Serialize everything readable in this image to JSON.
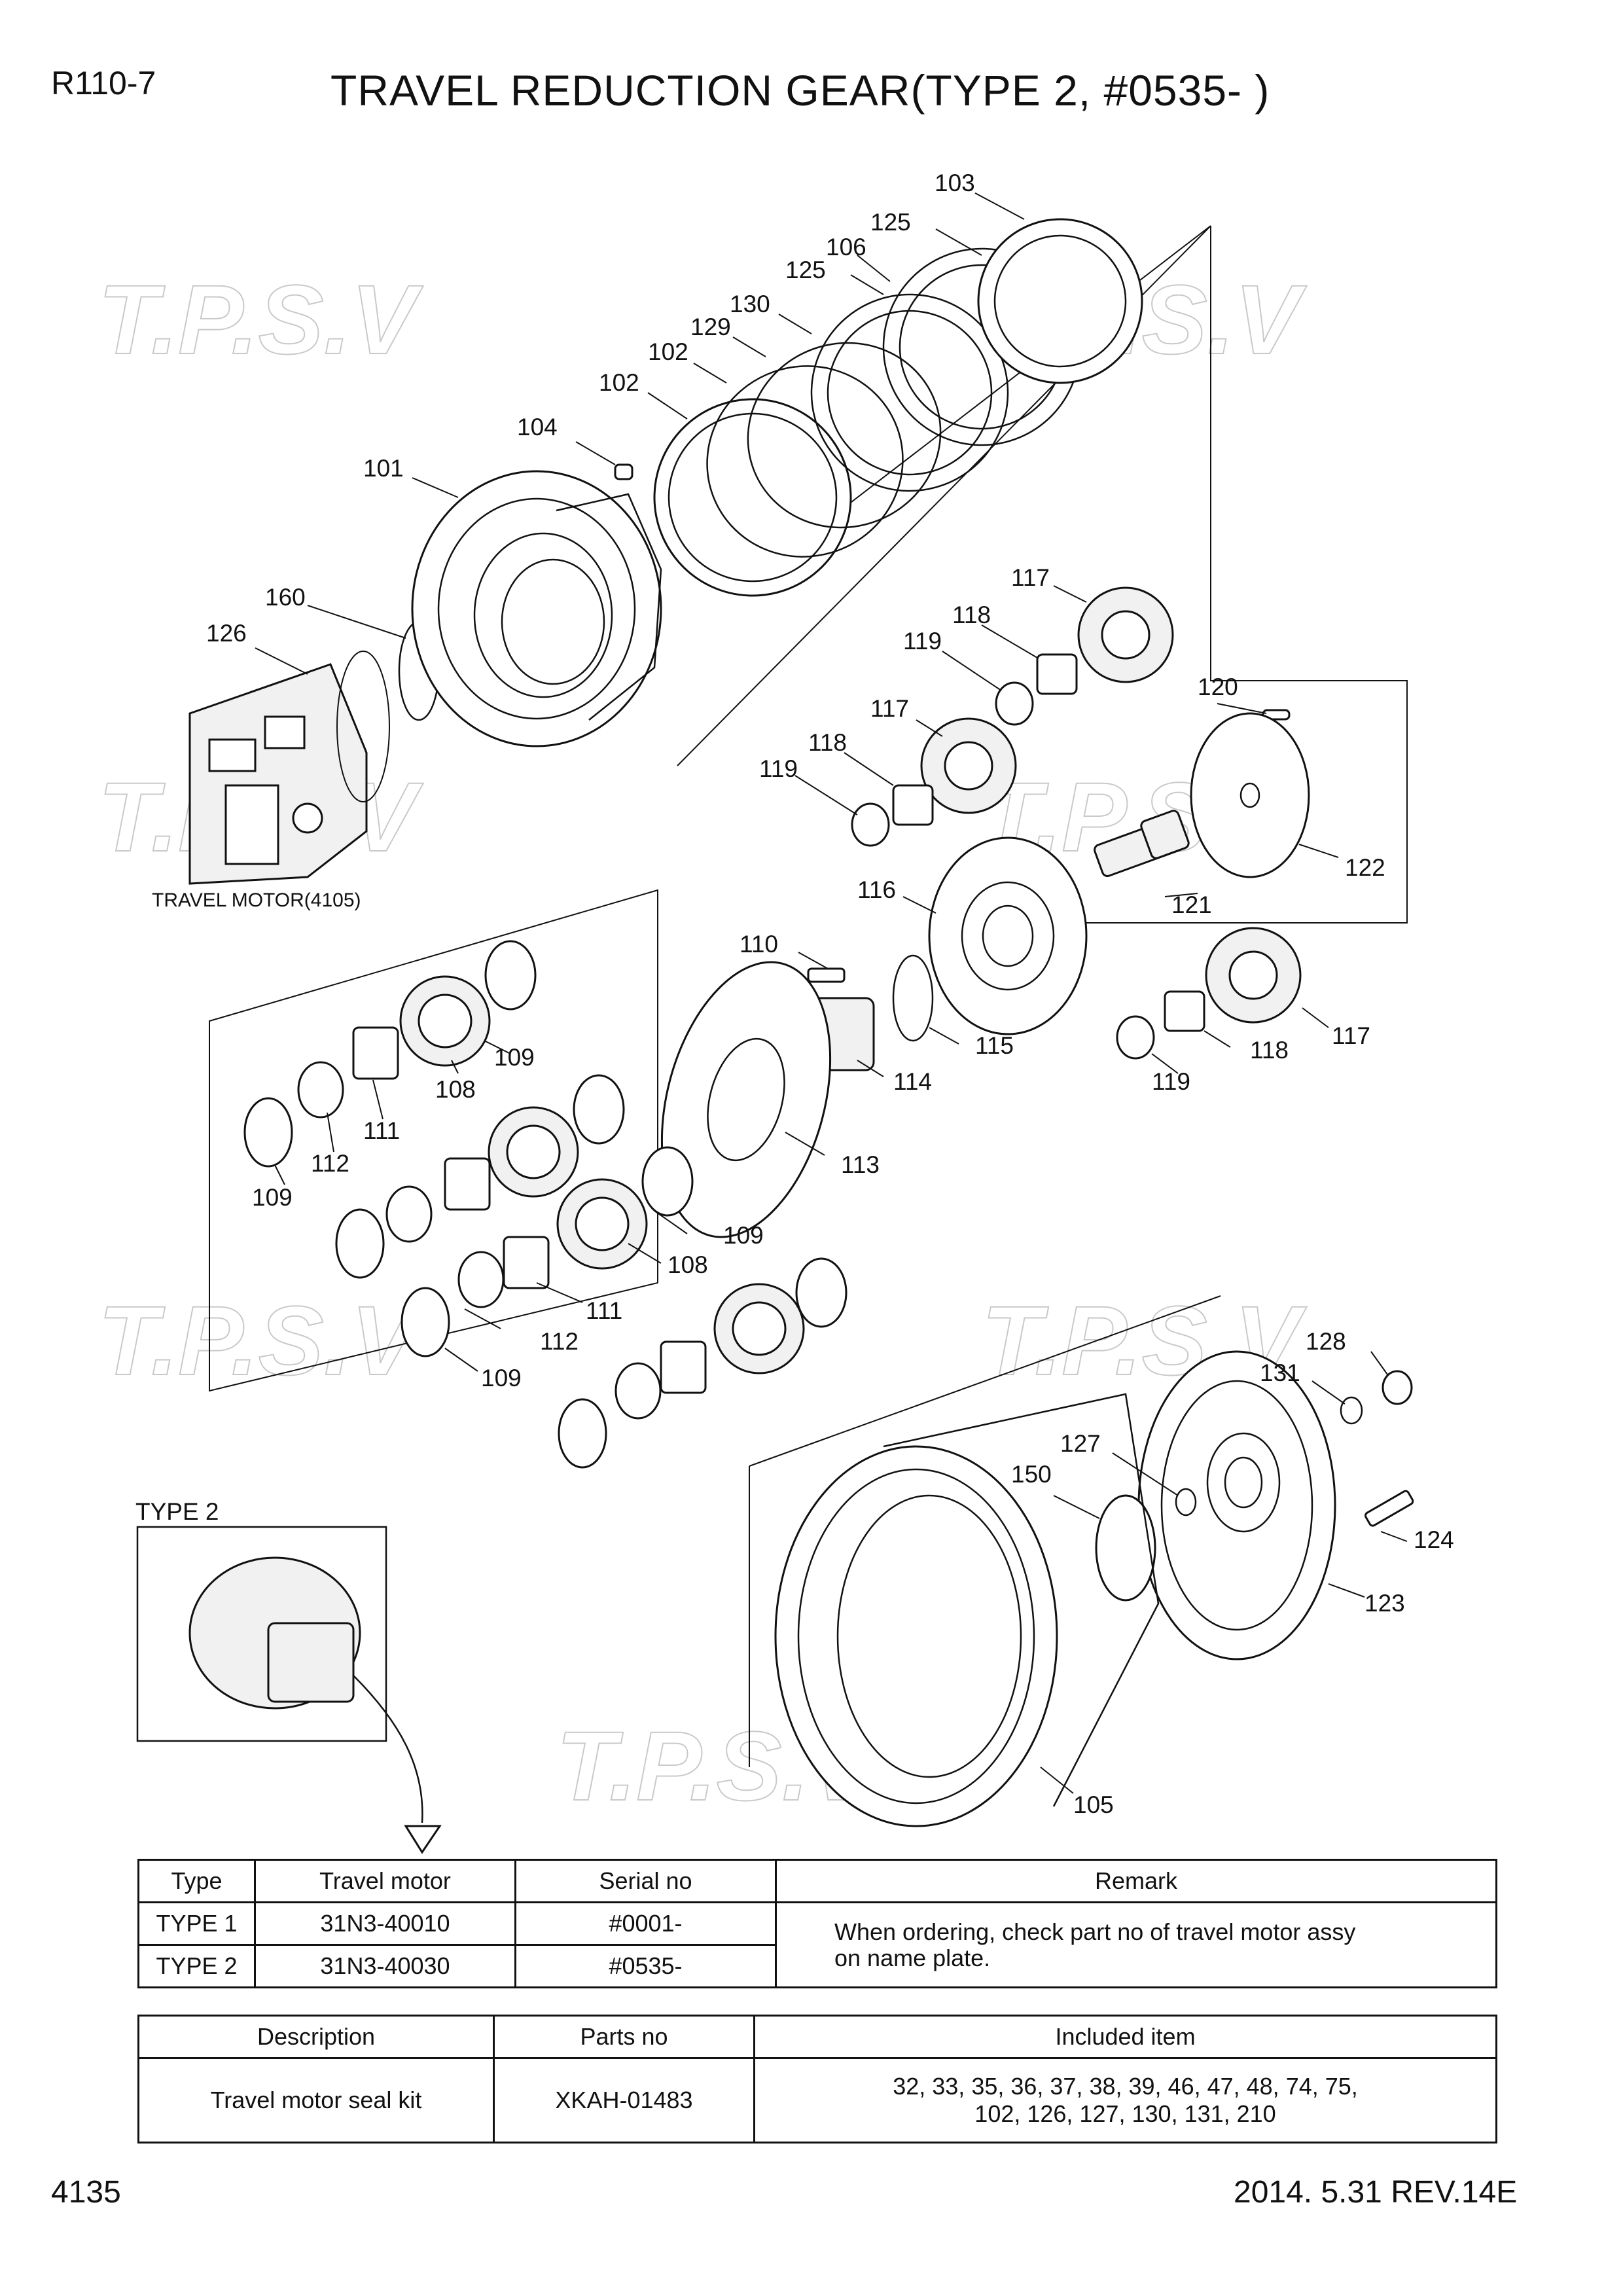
{
  "header": {
    "model": "R110-7",
    "title": "TRAVEL REDUCTION GEAR(TYPE 2, #0535- )"
  },
  "footer": {
    "page_number": "4135",
    "revision": "2014. 5.31  REV.14E"
  },
  "watermark": {
    "text": "T.P.S.V"
  },
  "diagram": {
    "motor_label": "TRAVEL MOTOR(4105)",
    "inset_label": "TYPE 2",
    "callouts": [
      {
        "id": "103",
        "label": "103"
      },
      {
        "id": "125a",
        "label": "125"
      },
      {
        "id": "106",
        "label": "106"
      },
      {
        "id": "125b",
        "label": "125"
      },
      {
        "id": "130",
        "label": "130"
      },
      {
        "id": "129",
        "label": "129"
      },
      {
        "id": "102a",
        "label": "102"
      },
      {
        "id": "102b",
        "label": "102"
      },
      {
        "id": "104",
        "label": "104"
      },
      {
        "id": "101",
        "label": "101"
      },
      {
        "id": "160",
        "label": "160"
      },
      {
        "id": "126",
        "label": "126"
      },
      {
        "id": "117a",
        "label": "117"
      },
      {
        "id": "118a",
        "label": "118"
      },
      {
        "id": "119a",
        "label": "119"
      },
      {
        "id": "117b",
        "label": "117"
      },
      {
        "id": "118b",
        "label": "118"
      },
      {
        "id": "119b",
        "label": "119"
      },
      {
        "id": "120",
        "label": "120"
      },
      {
        "id": "122",
        "label": "122"
      },
      {
        "id": "116",
        "label": "116"
      },
      {
        "id": "121",
        "label": "121"
      },
      {
        "id": "110",
        "label": "110"
      },
      {
        "id": "115",
        "label": "115"
      },
      {
        "id": "114",
        "label": "114"
      },
      {
        "id": "117c",
        "label": "117"
      },
      {
        "id": "118c",
        "label": "118"
      },
      {
        "id": "119c",
        "label": "119"
      },
      {
        "id": "113",
        "label": "113"
      },
      {
        "id": "109a",
        "label": "109"
      },
      {
        "id": "108a",
        "label": "108"
      },
      {
        "id": "111a",
        "label": "111"
      },
      {
        "id": "112a",
        "label": "112"
      },
      {
        "id": "109b",
        "label": "109"
      },
      {
        "id": "109c",
        "label": "109"
      },
      {
        "id": "108b",
        "label": "108"
      },
      {
        "id": "111b",
        "label": "111"
      },
      {
        "id": "112b",
        "label": "112"
      },
      {
        "id": "109d",
        "label": "109"
      },
      {
        "id": "128",
        "label": "128"
      },
      {
        "id": "131",
        "label": "131"
      },
      {
        "id": "127",
        "label": "127"
      },
      {
        "id": "150",
        "label": "150"
      },
      {
        "id": "124",
        "label": "124"
      },
      {
        "id": "123",
        "label": "123"
      },
      {
        "id": "105",
        "label": "105"
      }
    ]
  },
  "type_table": {
    "headers": [
      "Type",
      "Travel motor",
      "Serial no",
      "Remark"
    ],
    "rows": [
      {
        "type": "TYPE 1",
        "motor": "31N3-40010",
        "serial": "#0001-"
      },
      {
        "type": "TYPE 2",
        "motor": "31N3-40030",
        "serial": "#0535-"
      }
    ],
    "remark_line1": "When ordering, check part no of travel motor assy",
    "remark_line2": "on name plate."
  },
  "kit_table": {
    "headers": [
      "Description",
      "Parts no",
      "Included item"
    ],
    "description": "Travel motor seal kit",
    "parts_no": "XKAH-01483",
    "included_line1": "32, 33, 35, 36, 37, 38, 39, 46, 47, 48, 74, 75,",
    "included_line2": "102, 126, 127, 130, 131, 210"
  }
}
